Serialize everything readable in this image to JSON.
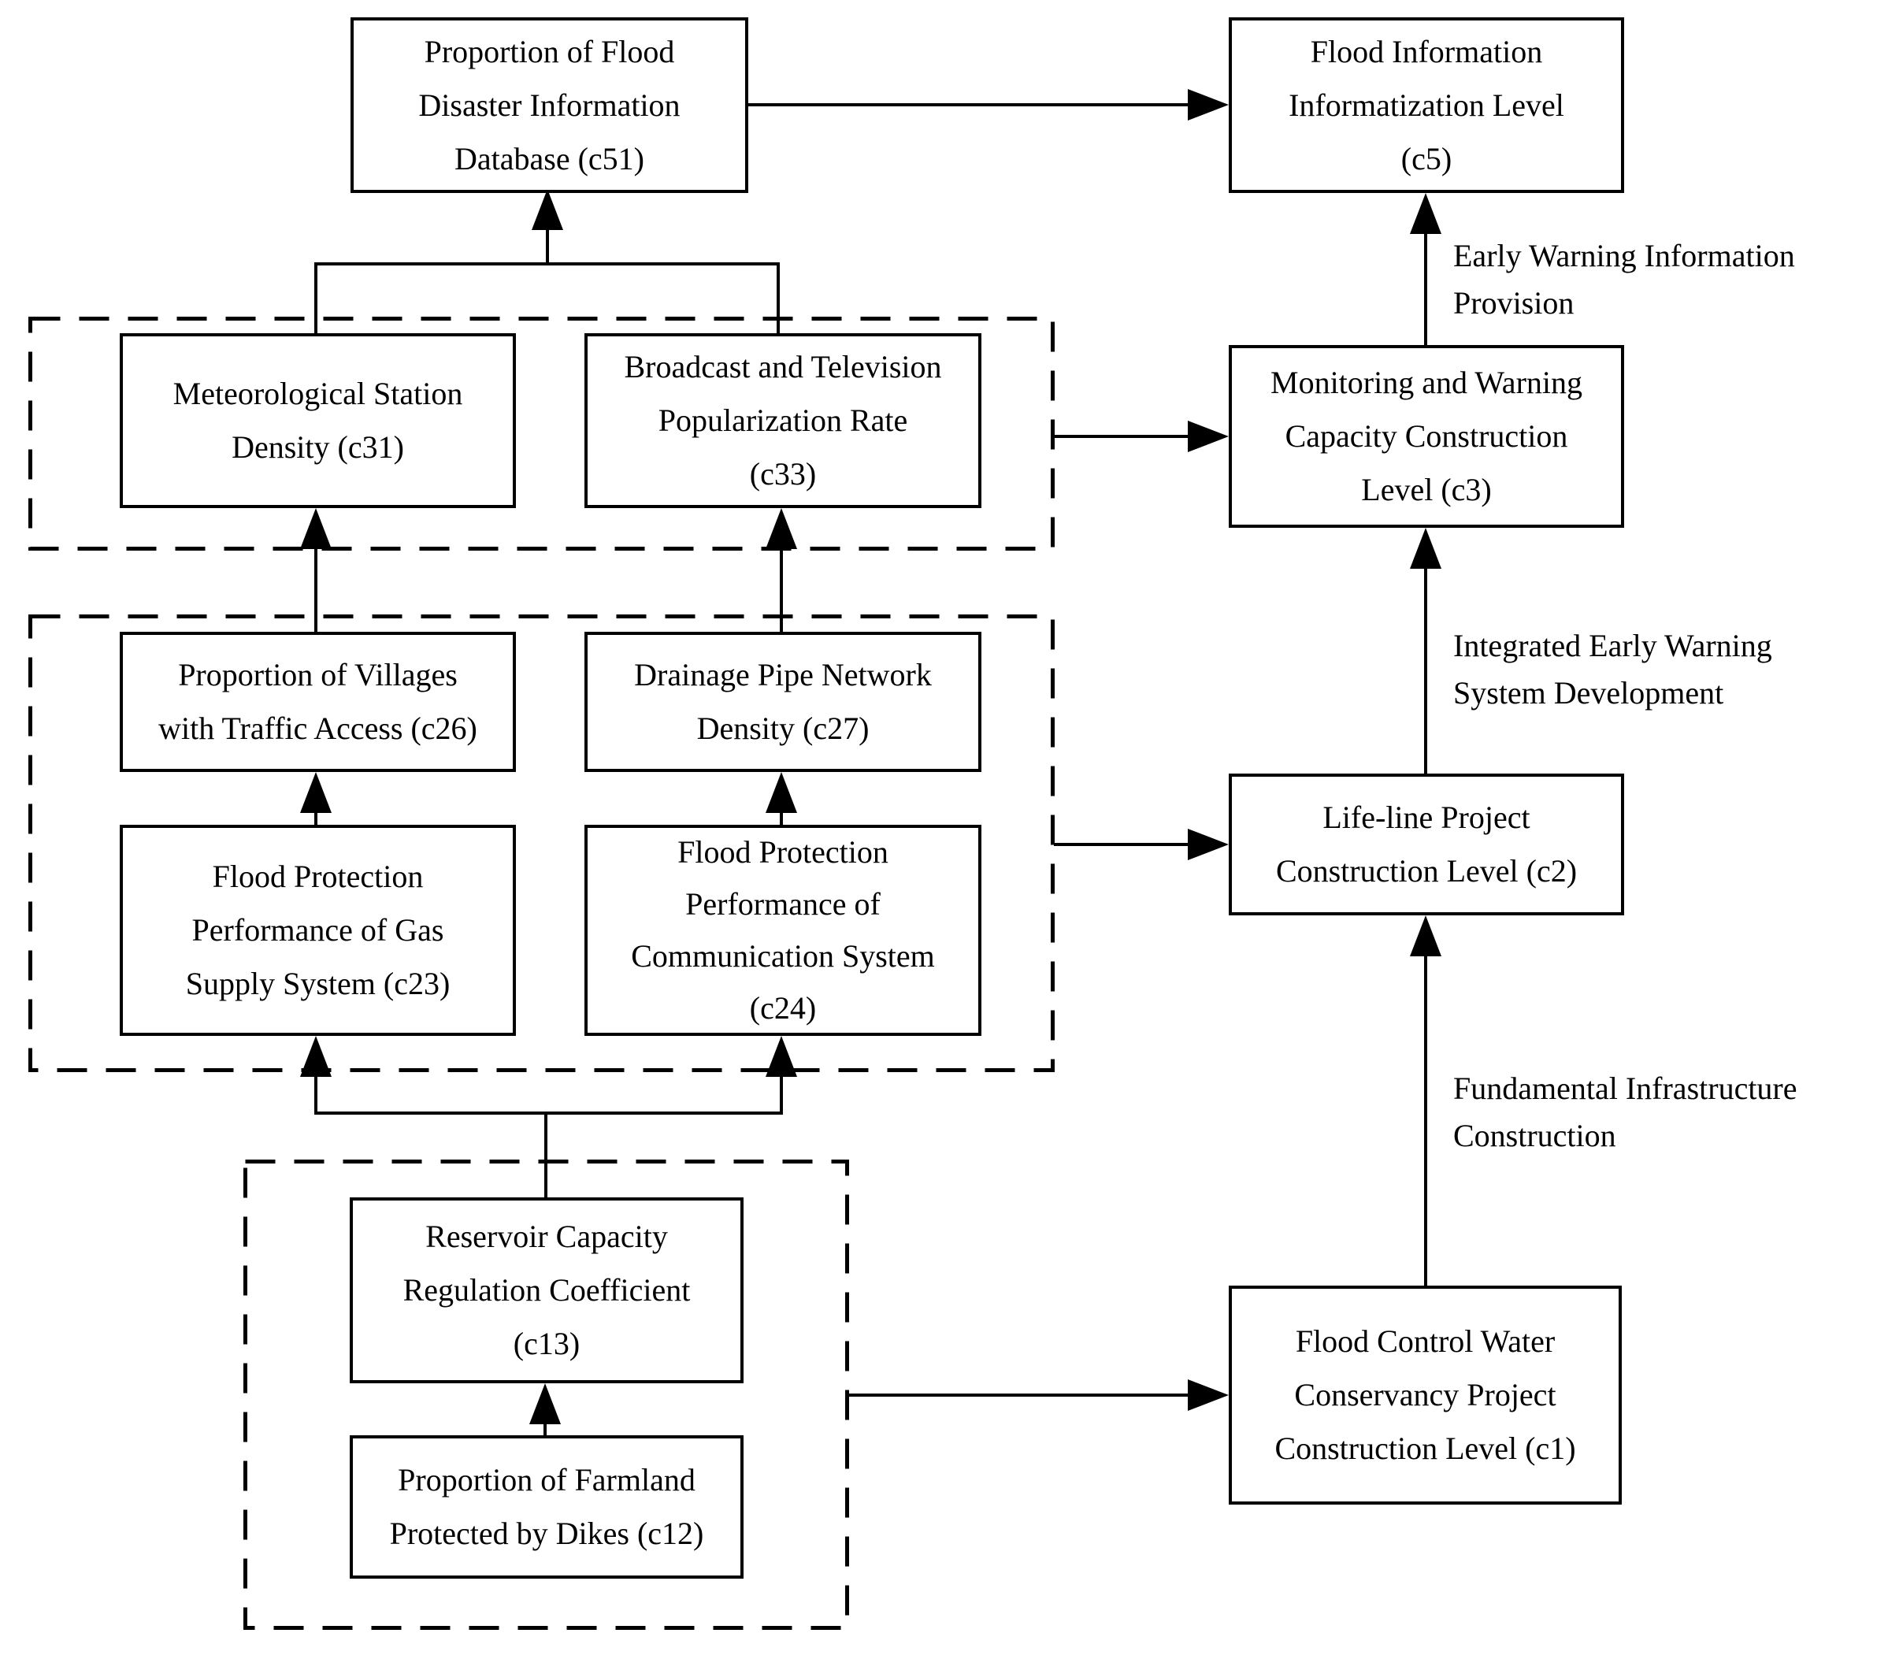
{
  "diagram": {
    "type": "flowchart",
    "background_color": "#ffffff",
    "line_color": "#000000",
    "text_color": "#000000",
    "nodes": {
      "c51": {
        "id": "c51",
        "label": "Proportion of Flood\nDisaster Information\nDatabase (c51)"
      },
      "c5": {
        "id": "c5",
        "label": "Flood Information\nInformatization Level\n(c5)"
      },
      "c31": {
        "id": "c31",
        "label": "Meteorological Station\nDensity (c31)"
      },
      "c33": {
        "id": "c33",
        "label": "Broadcast and Television\nPopularization Rate\n(c33)"
      },
      "c3": {
        "id": "c3",
        "label": "Monitoring and Warning\nCapacity Construction\nLevel (c3)"
      },
      "c26": {
        "id": "c26",
        "label": "Proportion of Villages\nwith Traffic Access (c26)"
      },
      "c27": {
        "id": "c27",
        "label": "Drainage Pipe Network\nDensity (c27)"
      },
      "c23": {
        "id": "c23",
        "label": "Flood Protection\nPerformance of Gas\nSupply System (c23)"
      },
      "c24": {
        "id": "c24",
        "label": "Flood Protection\nPerformance of\nCommunication System\n(c24)"
      },
      "c2": {
        "id": "c2",
        "label": "Life-line Project\nConstruction Level (c2)"
      },
      "c13": {
        "id": "c13",
        "label": "Reservoir Capacity\nRegulation Coefficient\n(c13)"
      },
      "c12": {
        "id": "c12",
        "label": "Proportion of Farmland\nProtected by Dikes (c12)"
      },
      "c1": {
        "id": "c1",
        "label": "Flood Control Water\nConservancy Project\nConstruction Level (c1)"
      }
    },
    "edge_labels": {
      "early_warning_information_provision": "Early Warning Information\nProvision",
      "integrated_early_warning_system_development": "Integrated Early Warning\nSystem Development",
      "fundamental_infrastructure_construction": "Fundamental Infrastructure\nConstruction"
    },
    "edges": [
      "c51 -> c5",
      "c31,c33 -> c51",
      "c26 -> c31",
      "c27 -> c33",
      "c23 -> c26",
      "c24 -> c27",
      "c13 -> c23,c24",
      "c12 -> c13",
      "group(c31,c33) -> c3",
      "group(c23,c24,c26,c27) -> c2",
      "group(c12,c13) -> c1",
      "c3 -> c5 : Early Warning Information Provision",
      "c2 -> c3 : Integrated Early Warning System Development",
      "c1 -> c2 : Fundamental Infrastructure Construction"
    ]
  }
}
